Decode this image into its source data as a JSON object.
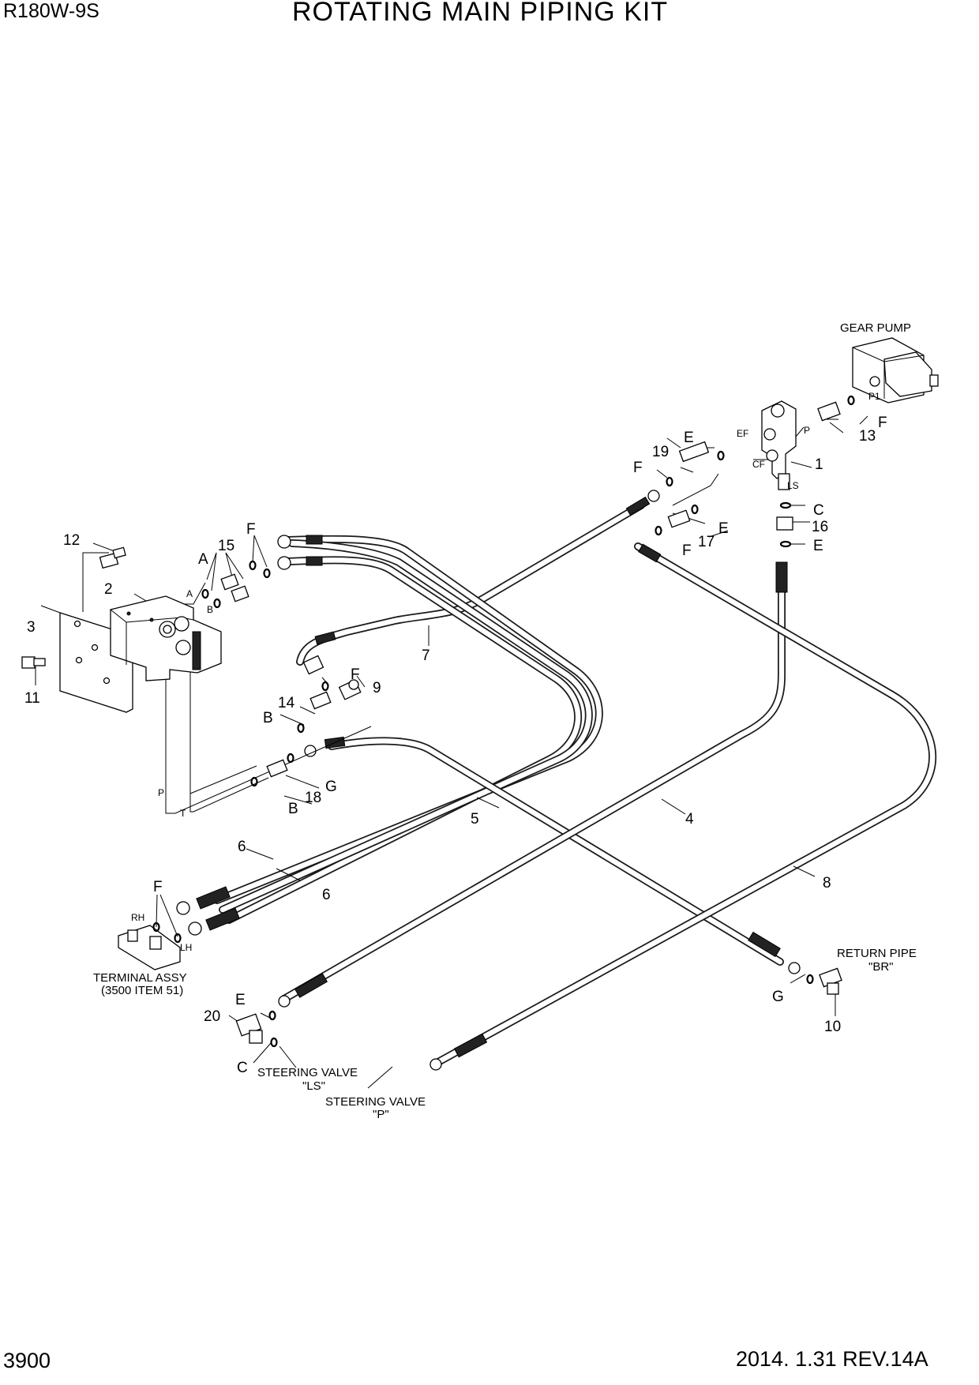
{
  "header": {
    "model": "R180W-9S",
    "title": "ROTATING MAIN PIPING KIT"
  },
  "footer": {
    "page_number": "3900",
    "revision": "2014. 1.31  REV.14A"
  },
  "callouts": {
    "p1": "1",
    "p2": "2",
    "p3": "3",
    "p4": "4",
    "p5": "5",
    "p6a": "6",
    "p6b": "6",
    "p7": "7",
    "p8": "8",
    "p9": "9",
    "p10": "10",
    "p11": "11",
    "p12": "12",
    "p13": "13",
    "p14": "14",
    "p15": "15",
    "p16": "16",
    "p17": "17",
    "p18": "18",
    "p19": "19",
    "p20": "20"
  },
  "seal_letters": {
    "a1": "A",
    "b1": "B",
    "b2": "B",
    "c1": "C",
    "c2": "C",
    "e1": "E",
    "e2": "E",
    "e3": "E",
    "e4": "E",
    "f1": "F",
    "f2": "F",
    "f3": "F",
    "f4": "F",
    "f5": "F",
    "f6": "F",
    "g1": "G",
    "g2": "G"
  },
  "port_labels": {
    "a": "A",
    "b": "B",
    "ef": "EF",
    "cf": "CF",
    "p": "P",
    "ls": "LS",
    "p1": "P1",
    "rh": "RH",
    "lh": "LH",
    "manifold_p": "P",
    "manifold_t": "T"
  },
  "notes": {
    "gear_pump": "GEAR PUMP",
    "return_pipe_1": "RETURN PIPE",
    "return_pipe_2": "\"BR\"",
    "terminal_1": "TERMINAL ASSY",
    "terminal_2": "(3500 ITEM 51)",
    "steer_ls_1": "STEERING VALVE",
    "steer_ls_2": "\"LS\"",
    "steer_p_1": "STEERING VALVE",
    "steer_p_2": "\"P\""
  }
}
